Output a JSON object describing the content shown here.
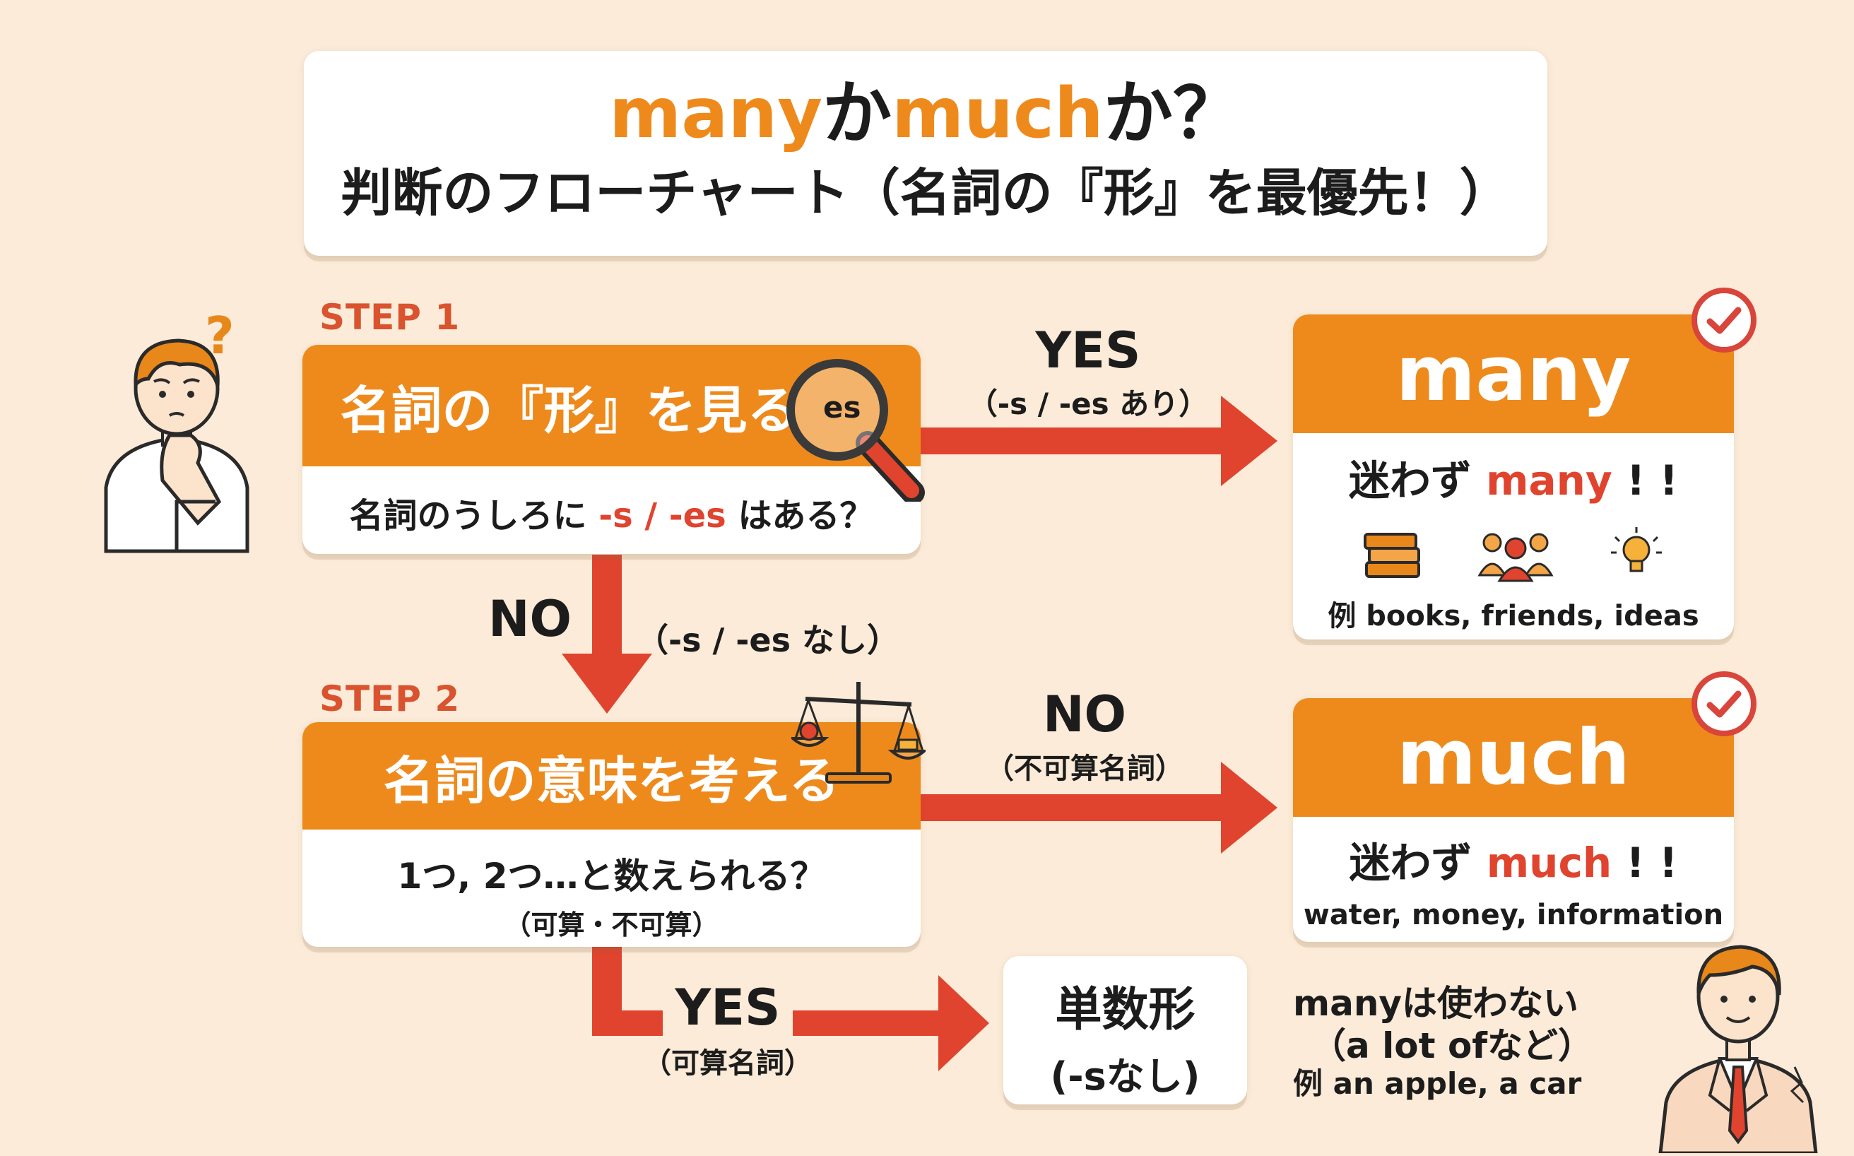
{
  "title": {
    "line1_word1": "many",
    "line1_ka1": "か",
    "line1_word2": "much",
    "line1_ka2": "か？",
    "line2": "判断のフローチャート（名詞の『形』を最優先！）"
  },
  "step1": {
    "label": "STEP 1",
    "heading": "名詞の『形』を見る",
    "magnifier_text": "es",
    "question_pre": "名詞のうしろに ",
    "question_highlight": "-s / -es",
    "question_post": " はある？"
  },
  "step2": {
    "label": "STEP 2",
    "heading": "名詞の意味を考える",
    "question": "1つ, 2つ…と数えられる？",
    "question_sub": "（可算・不可算）"
  },
  "arrow_yes_1": {
    "label": "YES",
    "sub": "（-s / -es あり）"
  },
  "arrow_no_1": {
    "label": "NO",
    "sub": "（-s / -es なし）"
  },
  "arrow_no_2": {
    "label": "NO",
    "sub": "（不可算名詞）"
  },
  "arrow_yes_2": {
    "label": "YES",
    "sub": "（可算名詞）"
  },
  "result_many": {
    "word": "many",
    "line_pre": "迷わず ",
    "line_word": "many",
    "line_post": " ! !",
    "example": "例 books, friends, ideas",
    "icons": [
      "books-icon",
      "people-icon",
      "lightbulb-icon"
    ]
  },
  "result_much": {
    "word": "much",
    "line_pre": "迷わず ",
    "line_word": "much",
    "line_post": " ! !",
    "example": "water, money, information"
  },
  "singular": {
    "line1": "単数形",
    "line2": "(-sなし)"
  },
  "note": {
    "line1": "manyは使わない",
    "line2": "（a lot ofなど）",
    "line3": "例 an apple, a car"
  },
  "colors": {
    "background": "#FBEBD8",
    "accent_orange": "#EE8A1C",
    "arrow_red": "#E0442E",
    "check_red": "#D9453A"
  }
}
